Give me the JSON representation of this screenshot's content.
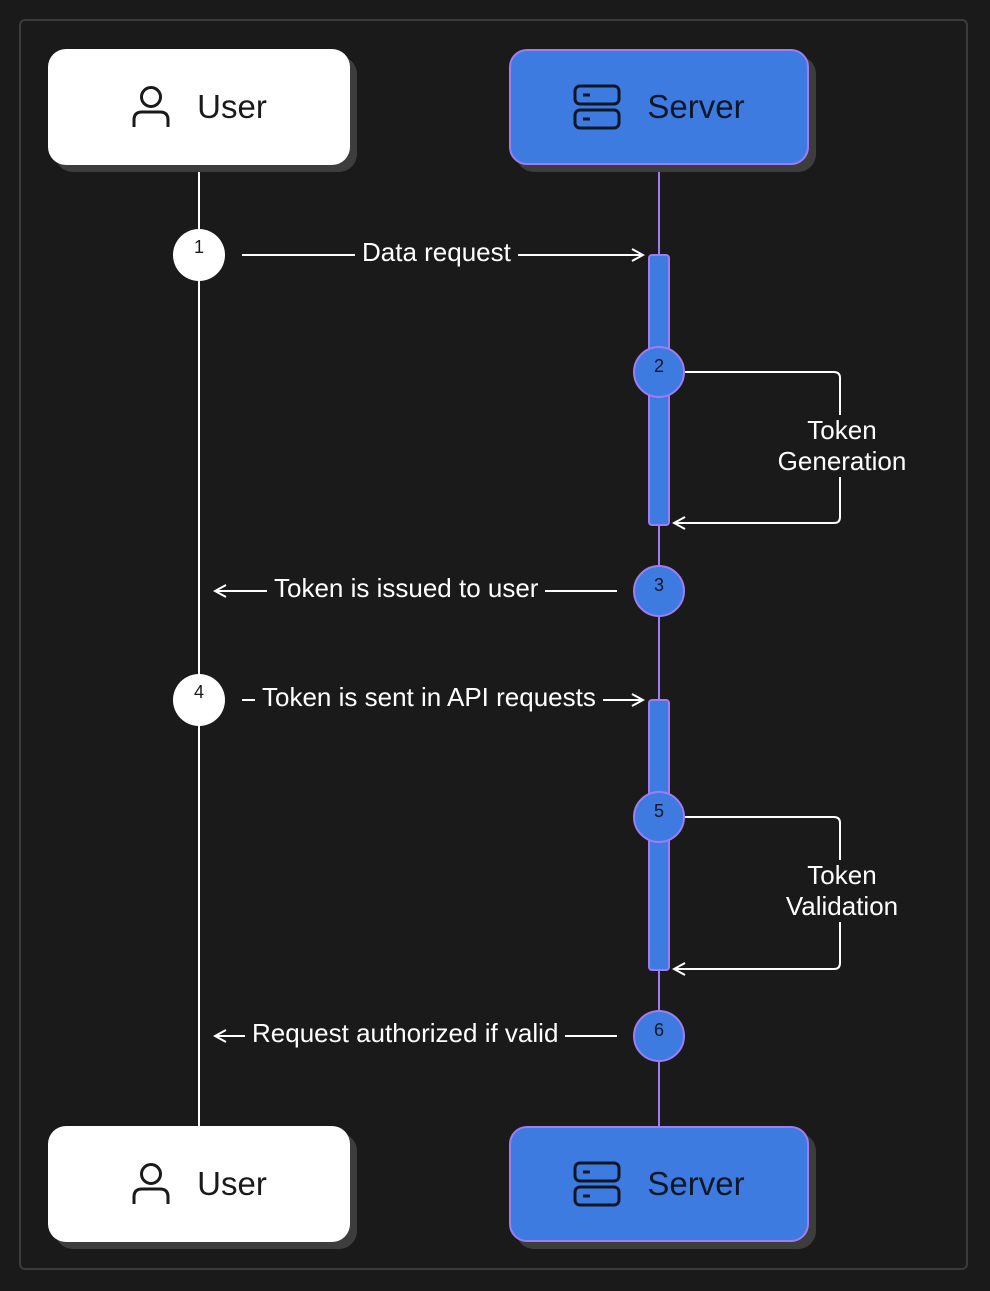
{
  "actors": {
    "user_top": "User",
    "server_top": "Server",
    "user_bottom": "User",
    "server_bottom": "Server"
  },
  "steps": [
    "1",
    "2",
    "3",
    "4",
    "5",
    "6"
  ],
  "messages": {
    "data_request": "Data request",
    "token_issued": "Token is issued to user",
    "token_sent": "Token is sent in API requests",
    "request_authorized": "Request authorized if valid"
  },
  "notes": {
    "token_generation_1": "Token",
    "token_generation_2": "Generation",
    "token_validation_1": "Token",
    "token_validation_2": "Validation"
  },
  "colors": {
    "background": "#1a1a1a",
    "server_fill": "#3e7be0",
    "server_border": "#a07cf0",
    "user_fill": "#ffffff",
    "arrow": "#ffffff"
  },
  "icons": {
    "user": "user-icon",
    "server": "server-icon"
  }
}
